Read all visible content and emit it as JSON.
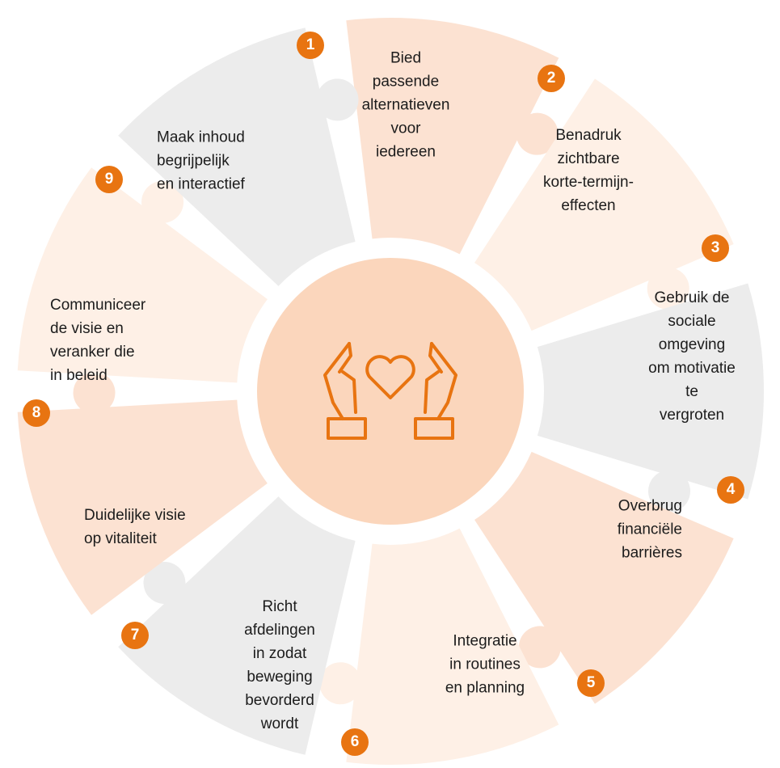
{
  "diagram": {
    "hub_icon": "hands-holding-heart-icon",
    "colors": {
      "accent": "#e87411",
      "hub_fill": "#fbd6bc",
      "peach_strong": "#fce2d2",
      "peach_light": "#fef0e6",
      "gray": "#ececec"
    },
    "segments": [
      {
        "number": "1",
        "label": "Bied\npassende\nalternatieven\nvoor\niedereen",
        "fill": "peach_strong"
      },
      {
        "number": "2",
        "label": "Benadruk\nzichtbare\nkorte-termijn-\neffecten",
        "fill": "peach_light"
      },
      {
        "number": "3",
        "label": "Gebruik de\nsociale omgeving\nom motivatie te\nvergroten",
        "fill": "gray"
      },
      {
        "number": "4",
        "label": "Overbrug\nfinanciële\nbarrières",
        "fill": "peach_strong"
      },
      {
        "number": "5",
        "label": "Integratie\nin routines\nen planning",
        "fill": "peach_light"
      },
      {
        "number": "6",
        "label": "Richt\nafdelingen\nin zodat\nbeweging\nbevorderd\nwordt",
        "fill": "gray"
      },
      {
        "number": "7",
        "label": "Duidelijke visie\nop vitaliteit",
        "fill": "peach_strong"
      },
      {
        "number": "8",
        "label": "Communiceer\nde visie en\nveranker die\nin beleid",
        "fill": "peach_light"
      },
      {
        "number": "9",
        "label": "Maak inhoud\nbegrijpelijk\nen interactief",
        "fill": "gray"
      }
    ]
  }
}
